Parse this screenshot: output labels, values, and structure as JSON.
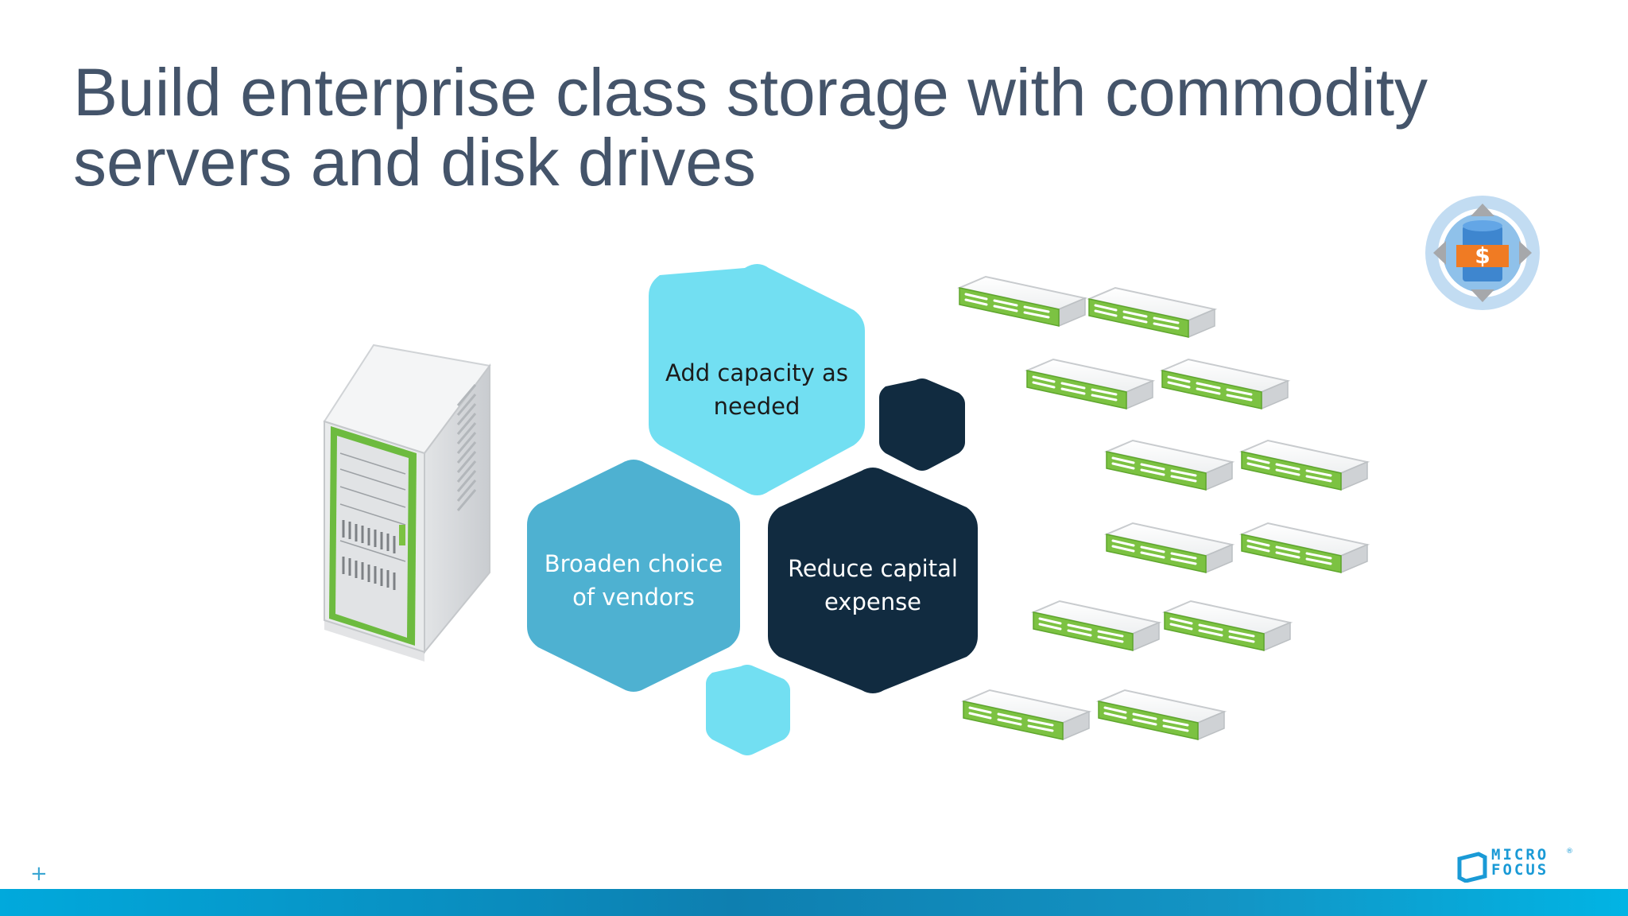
{
  "slide": {
    "title_line1": "Build enterprise class storage with commodity",
    "title_line2": "servers and disk drives"
  },
  "benefits": [
    {
      "line1": "Add capacity as",
      "line2": "needed",
      "color": "#72dff2",
      "text_color": "#1b1b1b"
    },
    {
      "line1": "Broaden choice",
      "line2": "of vendors",
      "color": "#4eb1d1",
      "text_color": "#ffffff"
    },
    {
      "line1": "Reduce capital",
      "line2": "expense",
      "color": "#112b40",
      "text_color": "#ffffff"
    }
  ],
  "badge": {
    "symbol": "$",
    "icon": "storage-cost-icon"
  },
  "logo": {
    "line1": "MICRO",
    "line2": "FOCUS",
    "mark": "®"
  },
  "footer": {
    "mark": "+"
  },
  "colors": {
    "title": "#44546a",
    "accent_green": "#7cc242",
    "dark_navy": "#112b40",
    "bar_blue": "#0e7fb0"
  }
}
